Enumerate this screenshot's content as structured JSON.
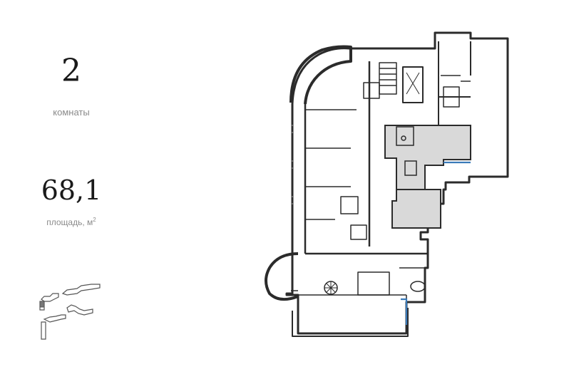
{
  "rooms": {
    "value": "2",
    "label": "комнаты"
  },
  "area": {
    "value": "68,1",
    "label": "площадь, м",
    "unit_sup": "2"
  },
  "colors": {
    "wall": "#2b2b2b",
    "highlight_fill": "#d9d9d9",
    "window_accent": "#3a7ab8",
    "label_gray": "#8a8a8a"
  }
}
